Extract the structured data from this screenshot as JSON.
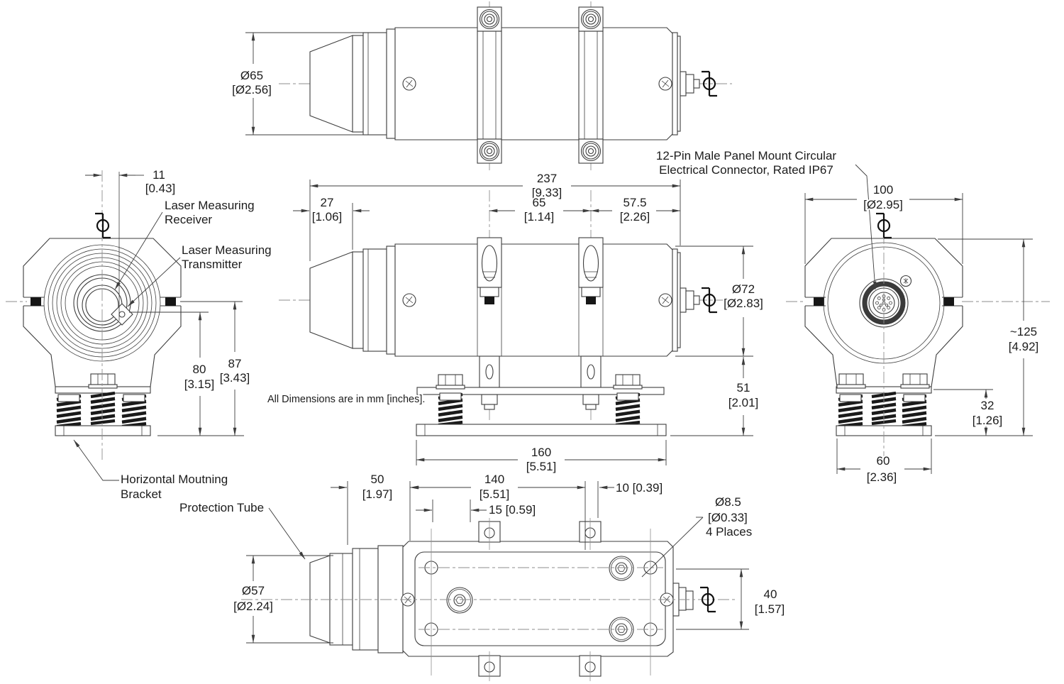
{
  "note": "All Dimensions are in mm [inches].",
  "labels": {
    "connector_line1": "12-Pin Male Panel Mount Circular",
    "connector_line2": "Electrical Connector, Rated IP67",
    "receiver_line1": "Laser Measuring",
    "receiver_line2": "Receiver",
    "transmitter_line1": "Laser Measuring",
    "transmitter_line2": "Transmitter",
    "bracket_line1": "Horizontal Moutning",
    "bracket_line2": "Bracket",
    "tube": "Protection Tube"
  },
  "dimensions": {
    "tube_od_top_view": {
      "mm": "Ø65",
      "inch": "[Ø2.56]"
    },
    "overall_length": {
      "mm": "237",
      "inch": "[9.33]"
    },
    "nose_length": {
      "mm": "27",
      "inch": "[1.06]"
    },
    "clamp_spacing": {
      "mm": "65",
      "inch": "[1.14]"
    },
    "rear_clamp_to_end": {
      "mm": "57.5",
      "inch": "[2.26]"
    },
    "body_od": {
      "mm": "Ø72",
      "inch": "[Ø2.83]"
    },
    "body_to_base": {
      "mm": "51",
      "inch": "[2.01]"
    },
    "base_plate_length": {
      "mm": "160",
      "inch": "[5.51]"
    },
    "transmitter_offset": {
      "mm": "11",
      "inch": "[0.43]"
    },
    "transmitter_height": {
      "mm": "80",
      "inch": "[3.15]"
    },
    "axis_height": {
      "mm": "87",
      "inch": "[3.43]"
    },
    "housing_width": {
      "mm": "100",
      "inch": "[Ø2.95]"
    },
    "overall_height": {
      "mm": "~125",
      "inch": "[4.92]"
    },
    "isolator_height": {
      "mm": "32",
      "inch": "[1.26]"
    },
    "base_plate_width": {
      "mm": "60",
      "inch": "[2.36]"
    },
    "tube_section_length": {
      "mm": "50",
      "inch": "[1.97]"
    },
    "mount_hole_spacing_length": {
      "mm": "140",
      "inch": "[5.51]"
    },
    "tab_hole_offset": "15 [0.59]",
    "hole_to_end": "10 [0.39]",
    "mount_hole_dia": {
      "mm": "Ø8.5",
      "inch": "[Ø0.33]",
      "qty": "4 Places"
    },
    "tube_od_bottom_view": {
      "mm": "Ø57",
      "inch": "[Ø2.24]"
    },
    "mount_hole_spacing_width": {
      "mm": "40",
      "inch": "[1.57]"
    }
  },
  "colors": {
    "line": "#3d3d3d",
    "centerline": "#8e8e8e",
    "text": "#1c1c1c",
    "dark_fill": "#161616",
    "background": "#ffffff"
  }
}
